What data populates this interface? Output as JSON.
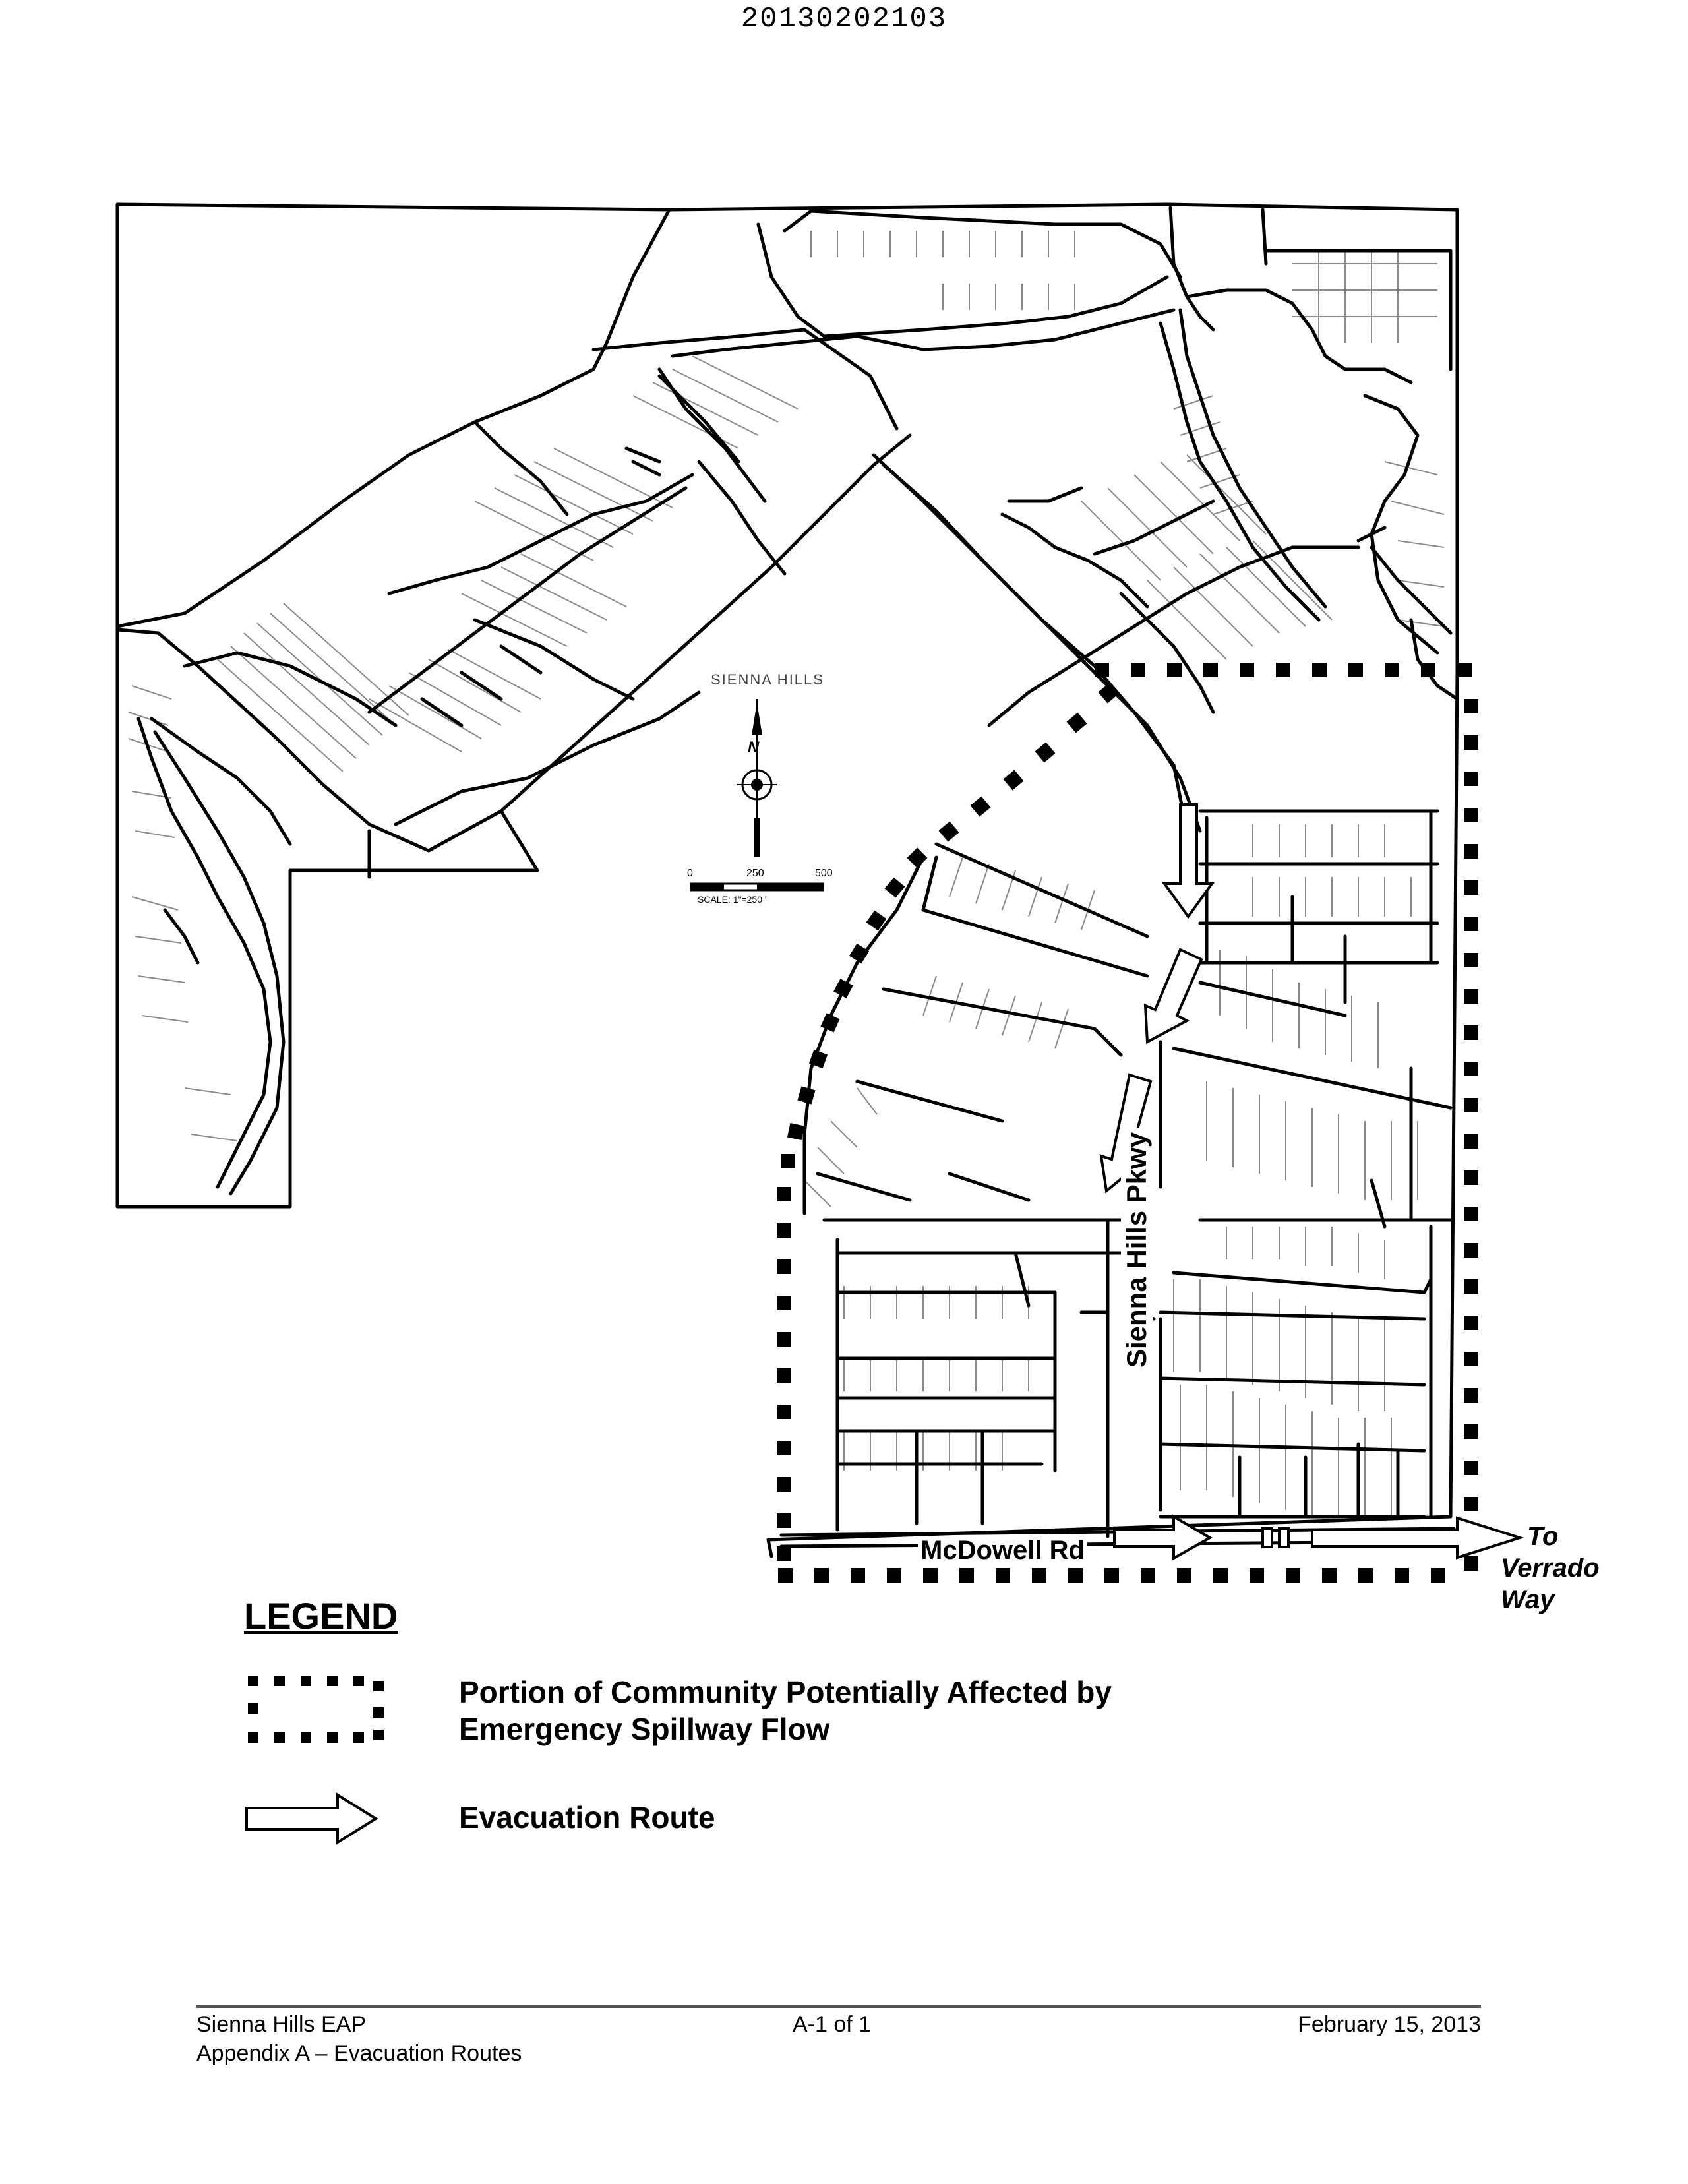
{
  "document": {
    "id": "20130202103"
  },
  "map": {
    "title_label": "SIENNA HILLS",
    "north_label": "N",
    "scale": {
      "ticks": [
        "0",
        "250",
        "500"
      ],
      "caption": "SCALE: 1\"=250 '"
    },
    "labels": {
      "parkway": "Sienna Hills Pkwy",
      "road": "McDowell Rd",
      "destination_line1": "To",
      "destination_line2": "Verrado",
      "destination_line3": "Way"
    }
  },
  "legend": {
    "title": "LEGEND",
    "items": [
      {
        "symbol": "dotted-boundary",
        "text_line1": "Portion of Community Potentially Affected by",
        "text_line2": "Emergency Spillway Flow"
      },
      {
        "symbol": "arrow",
        "text_line1": "Evacuation Route"
      }
    ]
  },
  "footer": {
    "left_line1": "Sienna Hills EAP",
    "left_line2": "Appendix A – Evacuation Routes",
    "center": "A-1 of 1",
    "right": "February 15, 2013"
  },
  "colors": {
    "ink": "#000000",
    "lot_line": "#888888",
    "paper": "#ffffff"
  }
}
